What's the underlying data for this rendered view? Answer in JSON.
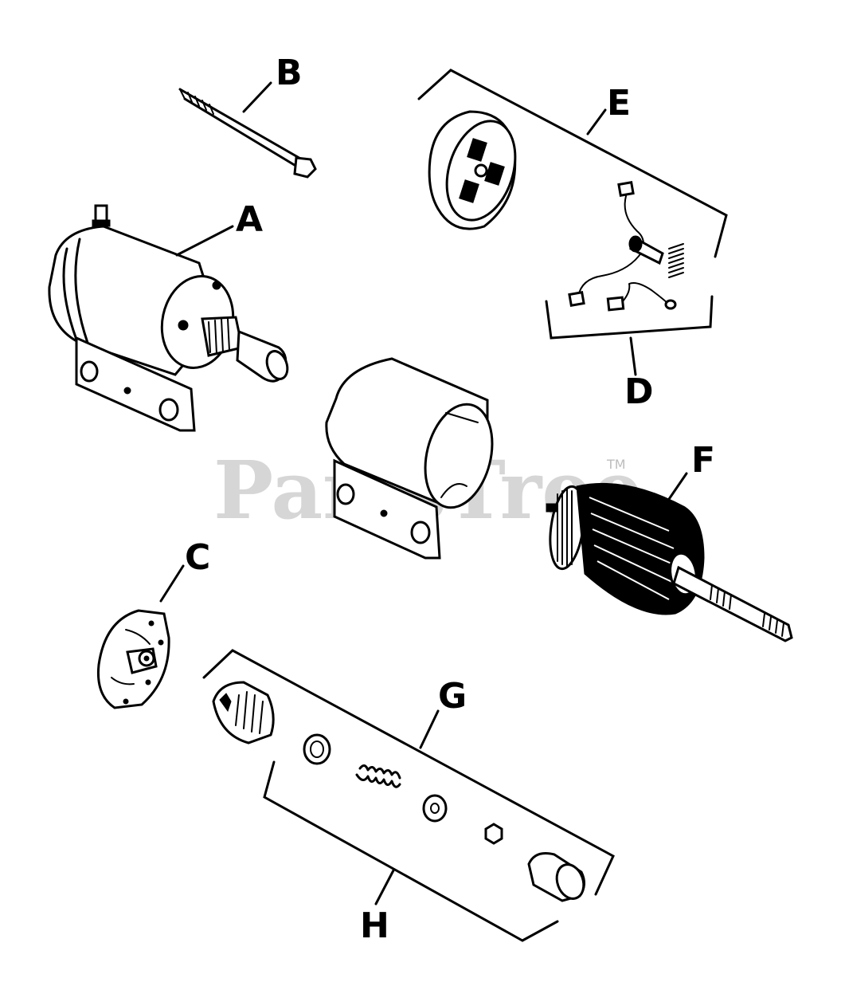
{
  "diagram": {
    "watermark": {
      "text": "PartsTree",
      "trademark": "TM",
      "color": "#cfcfcf"
    },
    "callouts": {
      "A": "A",
      "B": "B",
      "C": "C",
      "D": "D",
      "E": "E",
      "F": "F",
      "G": "G",
      "H": "H"
    },
    "parts": [
      {
        "callout": "A",
        "icon": "starter-motor-assembly-icon"
      },
      {
        "callout": "B",
        "icon": "thru-bolt-icon"
      },
      {
        "callout": "C",
        "icon": "drive-end-cap-icon"
      },
      {
        "callout": "D",
        "icon": "brush-terminal-kit-icon"
      },
      {
        "callout": "E",
        "icon": "commutator-end-cap-icon"
      },
      {
        "callout": "F",
        "icon": "armature-icon"
      },
      {
        "callout": "G",
        "icon": "drive-kit-icon"
      },
      {
        "callout": "H",
        "icon": "drive-kit-bracket-icon"
      },
      {
        "callout": "",
        "icon": "starter-housing-icon"
      }
    ]
  }
}
